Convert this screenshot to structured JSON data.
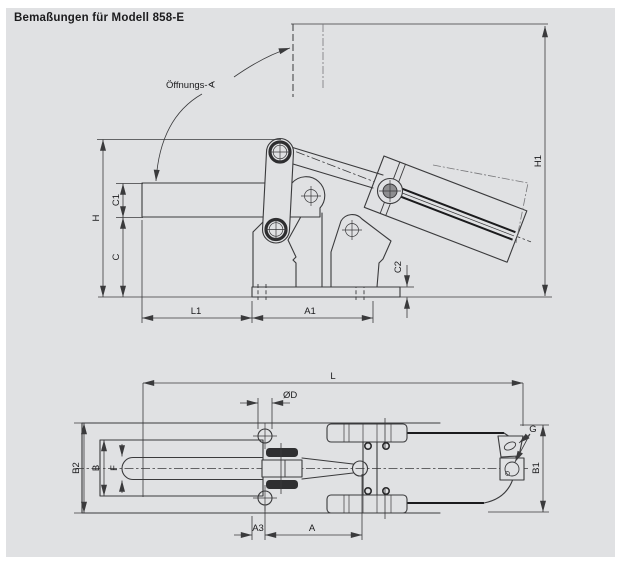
{
  "title": "Bemaßungen für Modell 858-E",
  "colors": {
    "panel": "#e0e1e3",
    "line": "#3a3a3c",
    "dark_line": "#1b1b1d"
  },
  "annotations": {
    "opening_angle": "Öffnungs-∢"
  },
  "side_view": {
    "dims": {
      "h1": "H1",
      "h": "H",
      "c1": "C1",
      "c": "C",
      "c2": "C2",
      "l1": "L1",
      "a1": "A1"
    }
  },
  "plan_view": {
    "dims": {
      "l": "L",
      "d": "ØD",
      "b2": "B2",
      "b": "B",
      "f": "F",
      "b1": "B1",
      "g": "G",
      "a3": "A3",
      "a": "A"
    }
  }
}
